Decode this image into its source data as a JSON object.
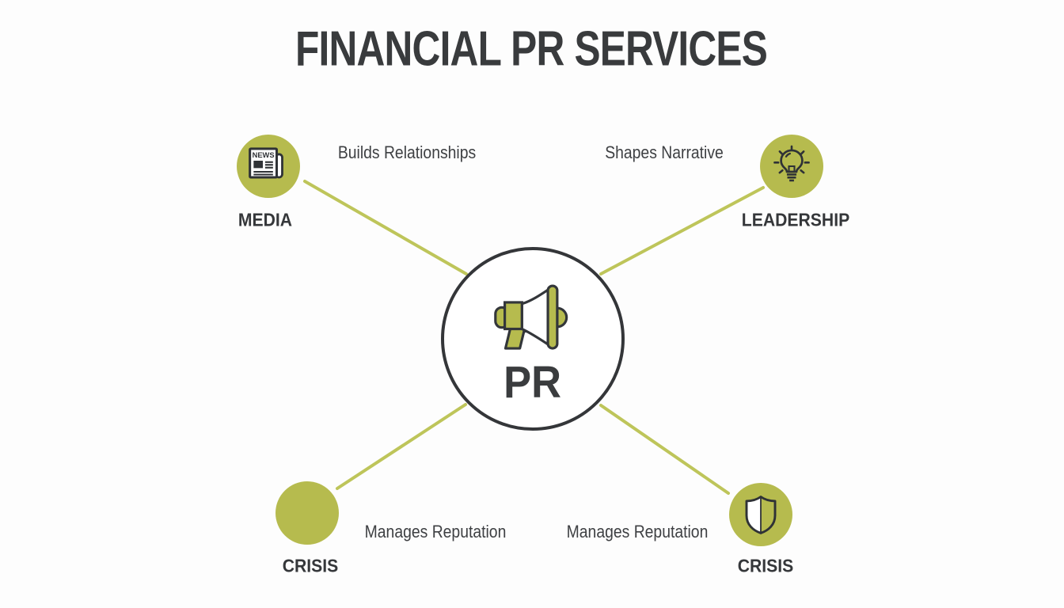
{
  "title": "FINANCIAL PR SERVICES",
  "center": {
    "label": "PR",
    "icon": "megaphone-icon"
  },
  "nodes": [
    {
      "id": "media",
      "label": "MEDIA",
      "description": "Builds Relationships",
      "icon": "newspaper-icon",
      "icon_text": "NEWS"
    },
    {
      "id": "leadership",
      "label": "LEADERSHIP",
      "description": "Shapes Narrative",
      "icon": "lightbulb-icon"
    },
    {
      "id": "crisis_bottom_left",
      "label": "CRISIS",
      "description": "Manages Reputation",
      "icon": "none"
    },
    {
      "id": "crisis_bottom_right",
      "label": "CRISIS",
      "description": "Manages Reputation",
      "icon": "shield-icon"
    }
  ],
  "colors": {
    "accent_olive": "#b6bb4e",
    "connector_line": "#bec55a",
    "icon_outline": "#33363a",
    "text_dark": "#393b3d",
    "background": "#fdfdfd"
  }
}
